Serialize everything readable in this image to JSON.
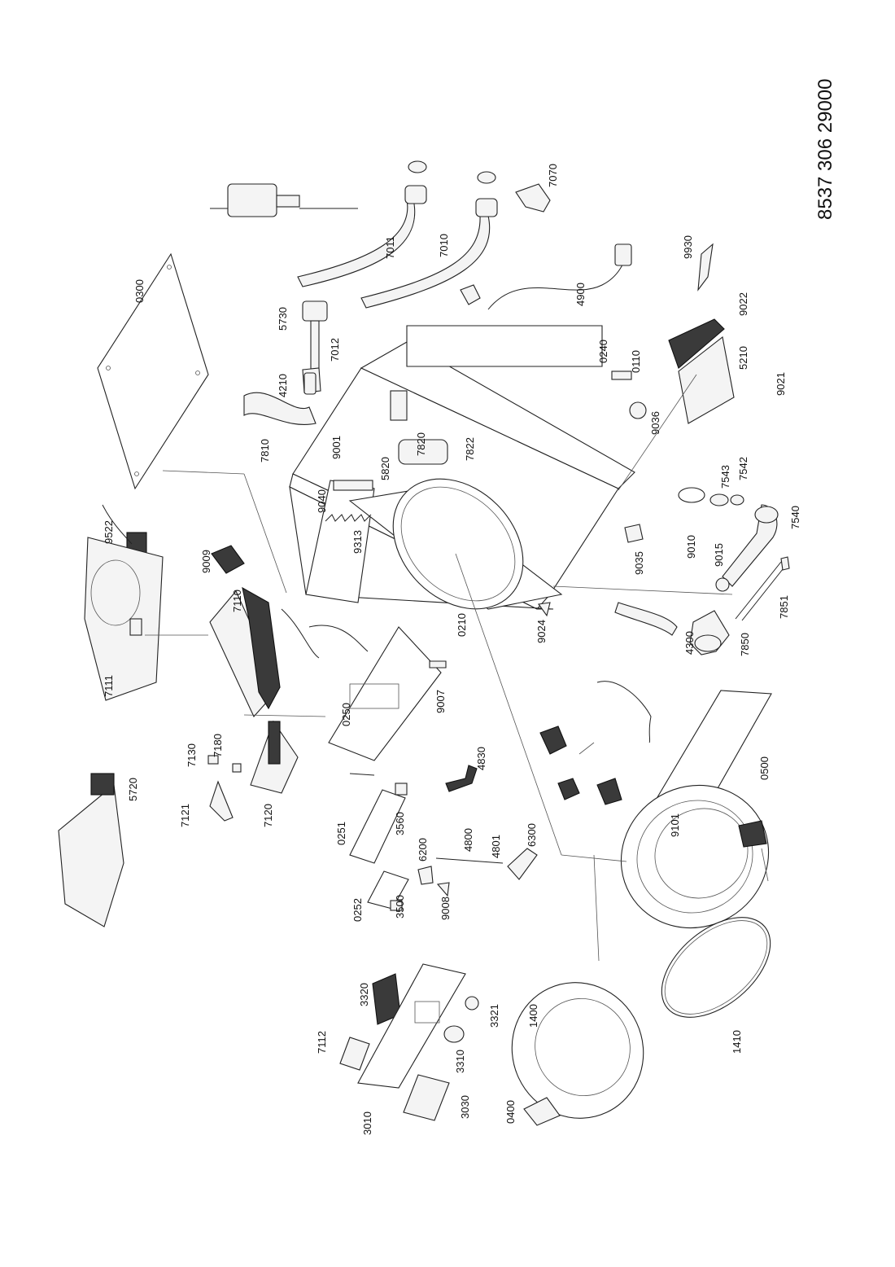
{
  "document_number": "8537 306 29000",
  "part_labels": {
    "p0300": "0300",
    "p7011": "7011",
    "p7010": "7010",
    "p7070": "7070",
    "p5730": "5730",
    "p7012": "7012",
    "p4900": "4900",
    "p9930": "9930",
    "p4210": "4210",
    "p0240": "0240",
    "p0110": "0110",
    "p9022": "9022",
    "p5210": "5210",
    "p9021": "9021",
    "p7810": "7810",
    "p9001": "9001",
    "p7820": "7820",
    "p7822": "7822",
    "p5820": "5820",
    "p9036": "9036",
    "p9040": "9040",
    "p9313": "9313",
    "p9010": "9010",
    "p7543": "7543",
    "p7542": "7542",
    "p7540": "7540",
    "p9035": "9035",
    "p9015": "9015",
    "p9522": "9522",
    "p9009": "9009",
    "p7110": "7110",
    "p7111": "7111",
    "p0210": "0210",
    "p9024": "9024",
    "p4300": "4300",
    "p7850": "7850",
    "p7851": "7851",
    "p0250": "0250",
    "p9007": "9007",
    "p7130": "7130",
    "p7180": "7180",
    "p5720": "5720",
    "p7121": "7121",
    "p7120": "7120",
    "p4830": "4830",
    "p0500": "0500",
    "p0251": "0251",
    "p3560": "3560",
    "p9101": "9101",
    "p6200": "6200",
    "p4800": "4800",
    "p4801": "4801",
    "p6300": "6300",
    "p0252": "0252",
    "p3500": "3500",
    "p9008": "9008",
    "p3320": "3320",
    "p1400": "1400",
    "p3321": "3321",
    "p7112": "7112",
    "p3310": "3310",
    "p1410": "1410",
    "p0400": "0400",
    "p3010": "3010",
    "p3030": "3030"
  }
}
